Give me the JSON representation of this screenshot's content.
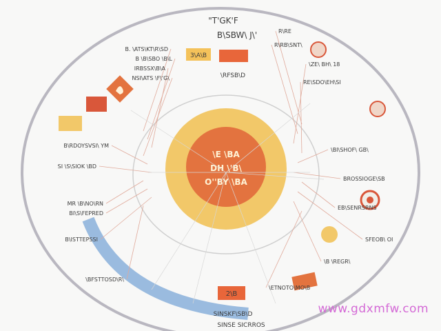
{
  "diagram": {
    "header": [
      "\"T'GK'F",
      "B\\SBW\\ J\\'"
    ],
    "hub_lines": [
      "\\E \\BA",
      "DH \\'B\\",
      "O''BY \\BA"
    ],
    "left_labels": [
      "B. \\ATS\\KT\\R\\SD",
      "B  \\B\\SBO \\B\\L",
      "IRBSSX\\B\\A",
      "NSI\\ATS \\F\\'G\\",
      "B\\RDOYSVSI\\ YM",
      "SI \\S\\SIOK \\BD",
      "MR \\B\\NO\\RN",
      "BI\\S\\FEPRED",
      "B\\ISTTEPSSI",
      "\\BFSTTOSD\\R\\"
    ],
    "right_labels": [
      "R\\RE",
      "R\\RB\\SNT\\",
      "\\ZE\\ BH\\ 18",
      "RE\\SDO\\EH\\SI",
      "\\BI\\SHOF\\ GB\\",
      "BROSSIOGE\\SB",
      "EB\\SENRSRNS",
      "SFEOB\\ OI",
      "\\B \\REGR\\",
      "\\ETNOTO\\MO\\B"
    ],
    "top_tag": "3\\A\\B",
    "top_sub": "\\RFSB\\D",
    "bottom_tag": "2\\B",
    "bottom_sub": "SINSKF\\SB\\D",
    "footer": "SINSE SICRROS"
  },
  "colors": {
    "outer_ring": "#b9b7c0",
    "accent_orange": "#e3733f",
    "accent_yellow": "#f2c869",
    "accent_red": "#d9573a",
    "arc_blue": "#8fb4dc",
    "line": "#c9b7b3",
    "watermark": "#d46ad6"
  },
  "watermark": "www.gdxmfw.com",
  "icons": [
    "flame-icon",
    "target-icon",
    "gear-icon",
    "chart-icon"
  ]
}
